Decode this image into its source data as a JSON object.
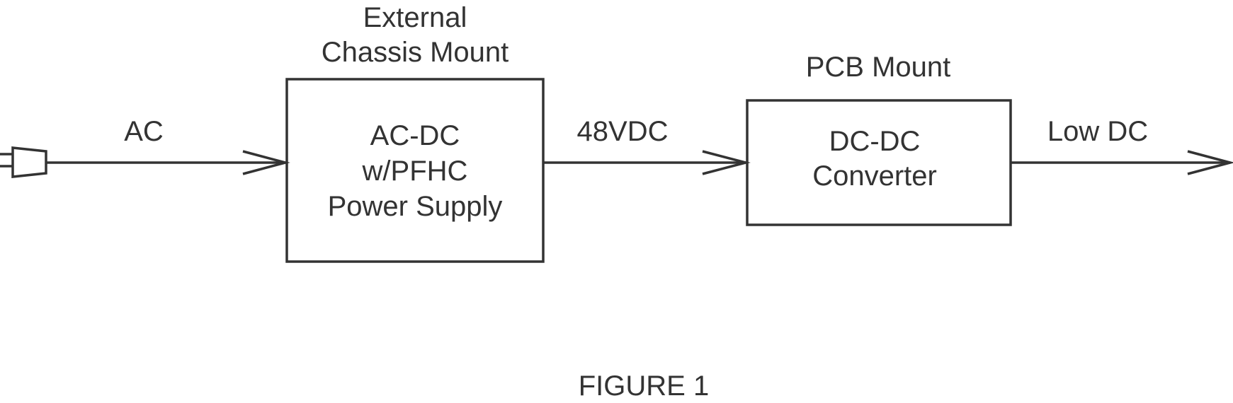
{
  "diagram": {
    "blocks": [
      {
        "id": "ac-dc-supply",
        "mount_label": [
          "External",
          "Chassis Mount"
        ],
        "text": [
          "AC-DC",
          "w/PFHC",
          "Power Supply"
        ]
      },
      {
        "id": "dc-dc-converter",
        "mount_label": [
          "PCB Mount"
        ],
        "text": [
          "DC-DC",
          "Converter"
        ]
      }
    ],
    "connections": [
      {
        "from": "ac-plug",
        "to": "ac-dc-supply",
        "label": "AC"
      },
      {
        "from": "ac-dc-supply",
        "to": "dc-dc-converter",
        "label": "48VDC"
      },
      {
        "from": "dc-dc-converter",
        "to": "output",
        "label": "Low DC"
      }
    ],
    "plug_icon": "power-plug-icon",
    "caption": "FIGURE 1"
  }
}
